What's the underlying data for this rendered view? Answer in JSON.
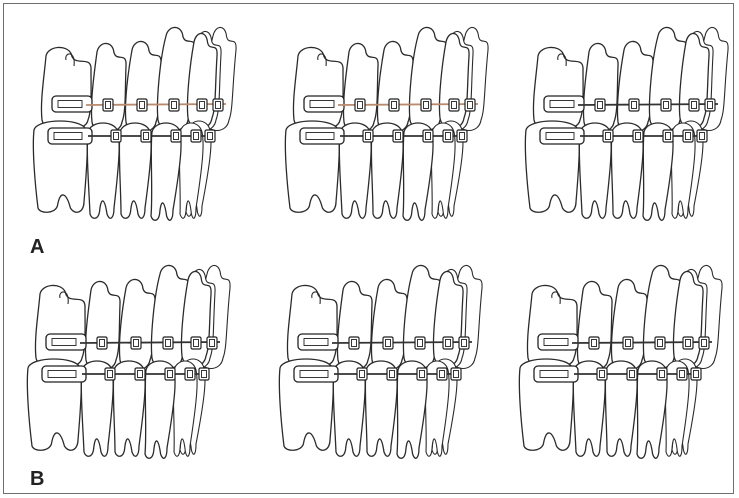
{
  "figure": {
    "panels": [
      {
        "label": "A",
        "row": 0
      },
      {
        "label": "B",
        "row": 1
      }
    ],
    "colors": {
      "frame": "#6f6f6f",
      "line": "#2b2b2b",
      "wire": "#333333",
      "wire_highlight": "#b98a6e"
    },
    "panel_A": {
      "views": [
        {
          "name": "left",
          "upper_wire": "highlight",
          "lower_wire": "dark"
        },
        {
          "name": "center",
          "upper_wire": "highlight",
          "lower_wire": "dark"
        },
        {
          "name": "right",
          "upper_wire": "dark",
          "lower_wire": "dark"
        }
      ]
    },
    "panel_B": {
      "views": [
        {
          "name": "left",
          "upper_wire": "dark",
          "lower_wire": "dark"
        },
        {
          "name": "center",
          "upper_wire": "dark",
          "lower_wire": "dark"
        },
        {
          "name": "right",
          "upper_wire": "dark",
          "lower_wire": "dark"
        }
      ]
    }
  }
}
